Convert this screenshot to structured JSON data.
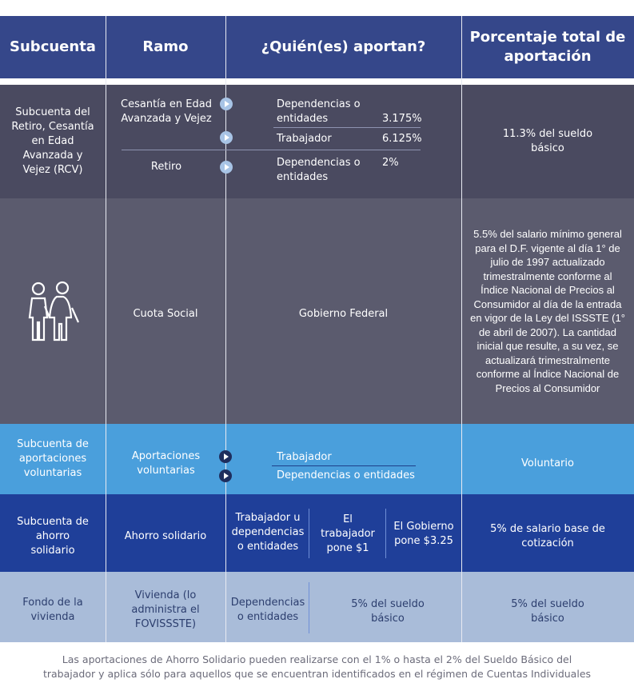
{
  "header": {
    "col1": "Subcuenta",
    "col2": "Ramo",
    "col3": "¿Quién(es) aportan?",
    "col4": "Porcentaje total de aportación"
  },
  "rows": {
    "rcv": {
      "subcuenta": "Subcuenta del Retiro, Cesantía en Edad Avanzada y Vejez (RCV)",
      "ramo1": "Cesantía en Edad Avanzada y Vejez",
      "ramo2": "Retiro",
      "aporta1": "Dependencias o entidades",
      "pct1": "3.175%",
      "aporta2": "Trabajador",
      "pct2": "6.125%",
      "aporta3": "Dependencias o entidades",
      "pct3": "2%",
      "total": "11.3% del sueldo básico"
    },
    "cuota": {
      "icon": "elderly-couple-icon",
      "ramo": "Cuota Social",
      "aporta": "Gobierno Federal",
      "total": "5.5% del salario mínimo general para el D.F. vigente al día 1° de julio de 1997 actualizado trimestralmente conforme al Índice Nacional de Precios al Consumidor al día de la entrada en vigor de la Ley del ISSSTE (1° de abril de 2007). La cantidad inicial que resulte, a su vez, se actualizará trimestralmente conforme al Índice Nacional de Precios al Consumidor"
    },
    "voluntarias": {
      "subcuenta": "Subcuenta de aportaciones voluntarias",
      "ramo": "Aportaciones voluntarias",
      "aporta1": "Trabajador",
      "aporta2": "Dependencias o entidades",
      "total": "Voluntario"
    },
    "ahorro": {
      "subcuenta": "Subcuenta de ahorro solidario",
      "ramo": "Ahorro solidario",
      "aporta1": "Trabajador u dependencias o entidades",
      "aporta2": "El trabajador pone $1",
      "aporta3": "El Gobierno pone $3.25",
      "total": "5% de salario base de cotización"
    },
    "vivienda": {
      "subcuenta": "Fondo de la vivienda",
      "ramo": "Vivienda (lo administra el FOVISSSTE)",
      "aporta1": "Dependencias o entidades",
      "aporta2": "5% del sueldo básico",
      "total": "5% del sueldo básico"
    }
  },
  "footnote": "Las aportaciones de Ahorro Solidario pueden realizarse con el 1% o hasta el 2% del Sueldo Básico del trabajador y aplica sólo para aquellos que se encuentran identificados en el régimen de Cuentas Individuales",
  "colors": {
    "header": "#35478a",
    "rcv": "#4a4a60",
    "cuota": "#5b5b6e",
    "voluntarias": "#4a9fdc",
    "ahorro": "#1f3f99",
    "vivienda": "#a9bcd9"
  }
}
